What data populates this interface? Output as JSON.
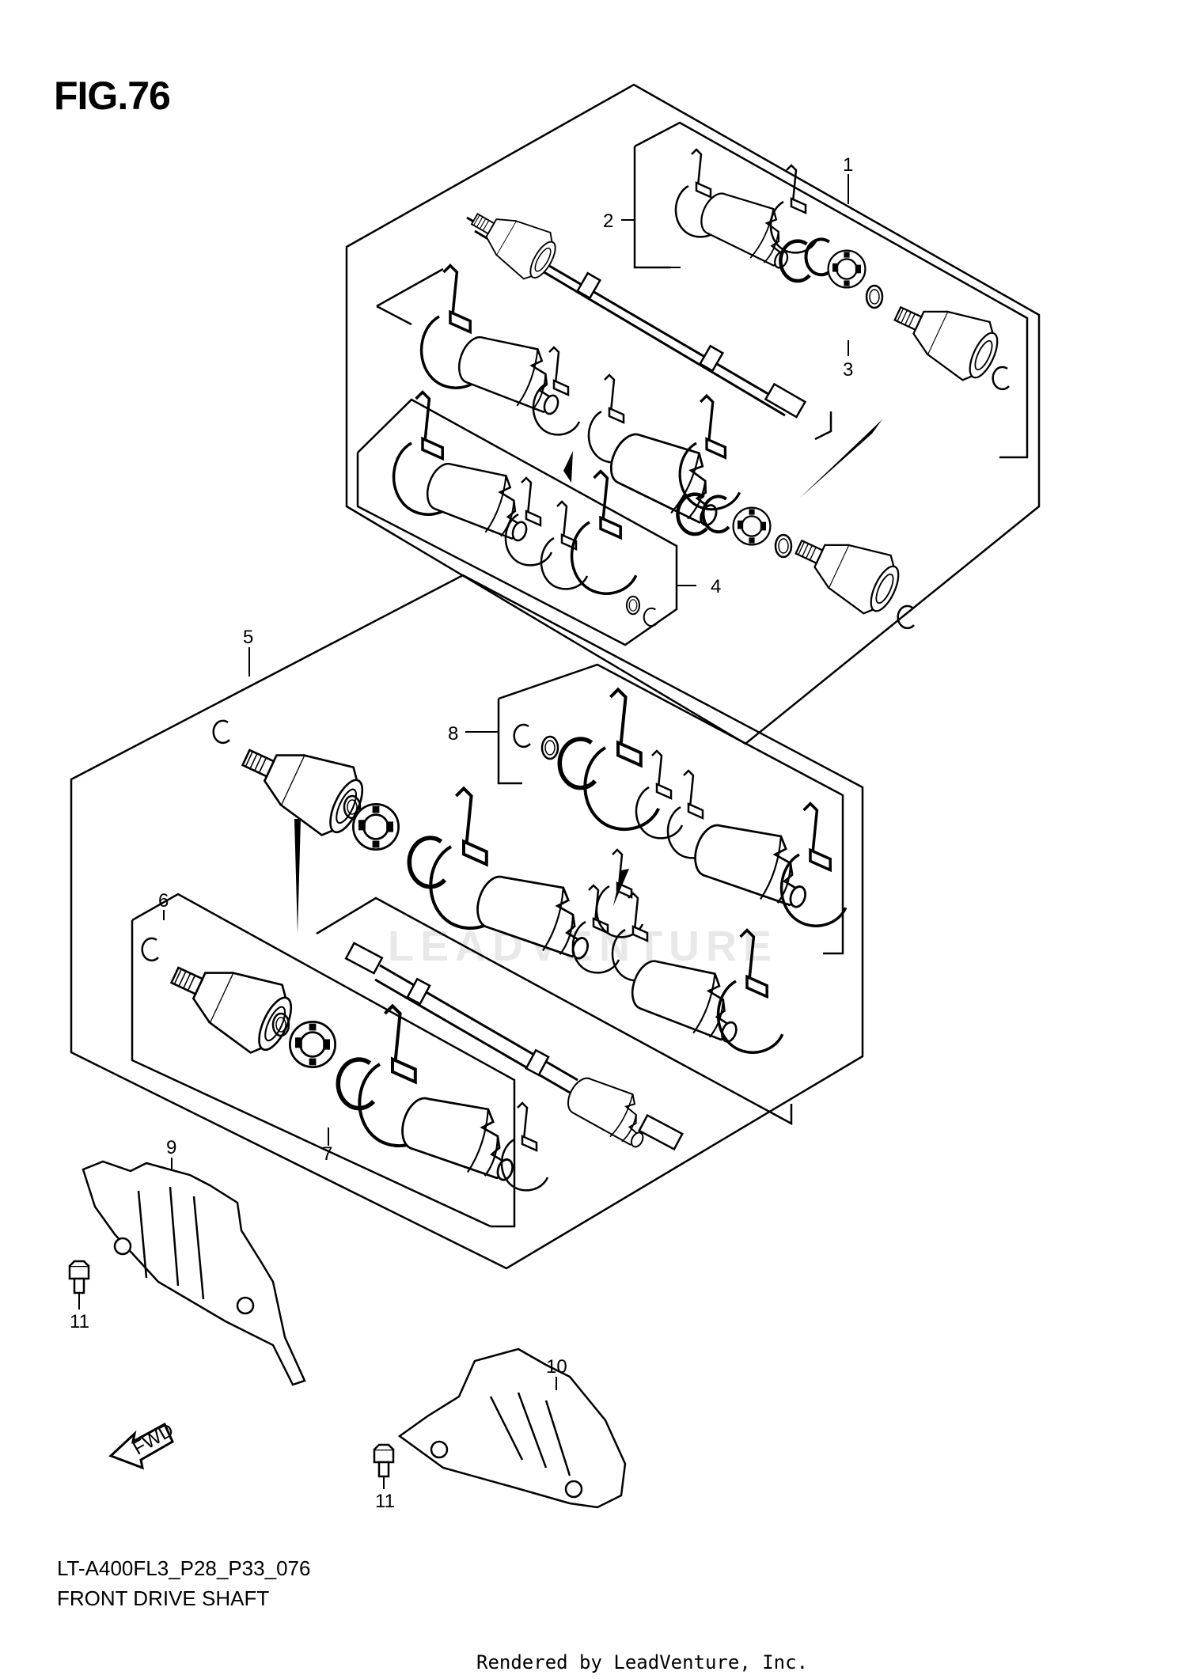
{
  "figure": {
    "title": "FIG.76"
  },
  "callouts": [
    "1",
    "2",
    "3",
    "4",
    "5",
    "6",
    "7",
    "8",
    "9",
    "10",
    "11",
    "11"
  ],
  "footer": {
    "model_code": "LT-A400FL3_P28_P33_076",
    "diagram_title": "FRONT DRIVE SHAFT",
    "rendered_by": "Rendered by LeadVenture, Inc."
  },
  "watermark": "LEADVENTURE",
  "fwd_label": "FWD",
  "colors": {
    "line": "#000000",
    "background": "#ffffff",
    "watermark": "#e8e8e8"
  }
}
